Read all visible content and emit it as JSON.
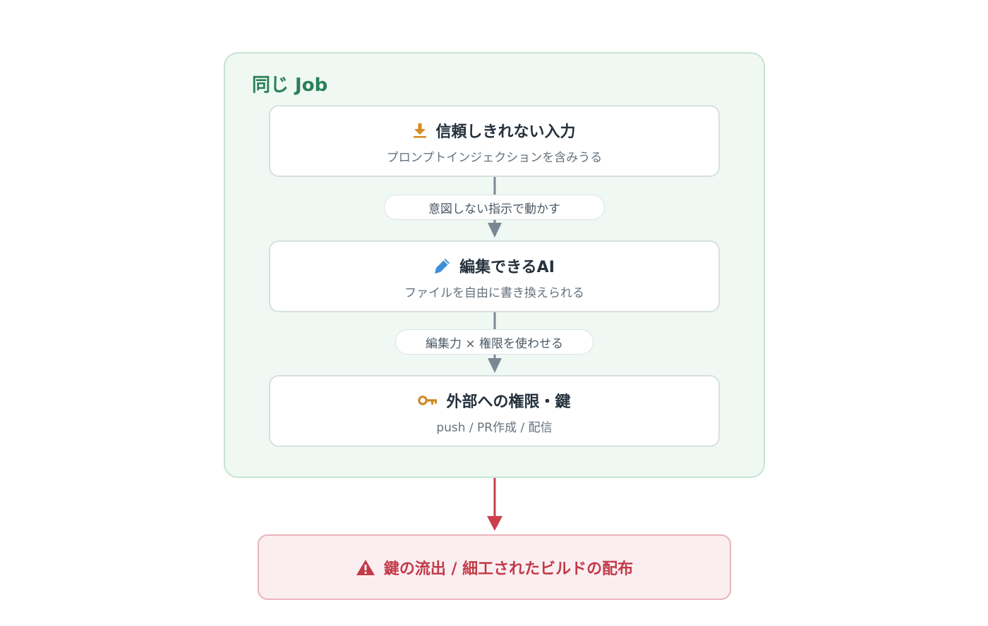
{
  "job": {
    "title": "同じ Job"
  },
  "steps": [
    {
      "title": "信頼しきれない入力",
      "subtitle": "プロンプトインジェクションを含みうる",
      "icon": "download-icon"
    },
    {
      "title": "編集できるAI",
      "subtitle": "ファイルを自由に書き換えられる",
      "icon": "pencil-icon"
    },
    {
      "title": "外部への権限・鍵",
      "subtitle": "push / PR作成 / 配信",
      "icon": "key-icon"
    }
  ],
  "connectors": [
    {
      "label": "意図しない指示で動かす"
    },
    {
      "label": "編集力 × 権限を使わせる"
    }
  ],
  "result": {
    "text": "鍵の流出 / 細工されたビルドの配布",
    "icon": "warning-icon"
  },
  "colors": {
    "job_background": "#eff8f2",
    "job_title": "#2a8058",
    "arrow_neutral": "#7b8894",
    "arrow_danger": "#cc3e4c",
    "result_background": "#fbeef0",
    "result_text": "#c23a48",
    "download_icon": "#d98a1f",
    "pencil_icon": "#3b8fd9",
    "key_icon": "#d08a26"
  }
}
